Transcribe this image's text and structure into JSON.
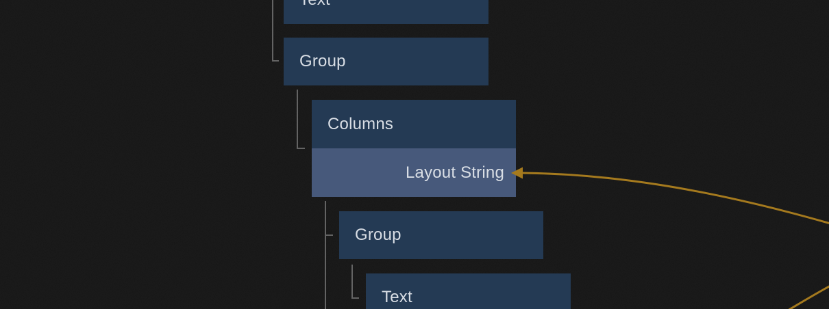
{
  "colors": {
    "canvas_background": "#161616",
    "node_fill": "#243a54",
    "port_fill": "#47597b",
    "node_text": "#d9dee5",
    "tree_connector": "#636363",
    "wire": "#a57a1e"
  },
  "tree": {
    "nodes": [
      {
        "label": "Text"
      },
      {
        "label": "Group"
      },
      {
        "label": "Columns",
        "port": {
          "label": "Layout String"
        }
      },
      {
        "label": "Group"
      },
      {
        "label": "Text"
      }
    ]
  },
  "wires": [
    {
      "name": "wire-into-layout-string-port",
      "target_port": "Layout String",
      "has_arrowhead": true
    },
    {
      "name": "wire-bottom-right",
      "has_arrowhead": false
    }
  ],
  "icons": {
    "wire_arrowhead": "left-pointing-triangle"
  }
}
